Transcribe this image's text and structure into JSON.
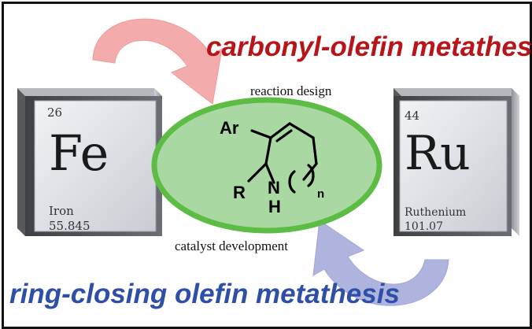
{
  "title_top": "carbonyl-olefin metathesis",
  "title_bottom": "ring-closing olefin metathesis",
  "label_reaction": "reaction design",
  "label_catalyst": "catalyst development",
  "left_tile": {
    "number": "26",
    "symbol": "Fe",
    "name": "Iron",
    "mass": "55.845"
  },
  "right_tile": {
    "number": "44",
    "symbol": "Ru",
    "name": "Ruthenium",
    "mass": "101.07"
  },
  "molecule": {
    "ar": "Ar",
    "r": "R",
    "nh_n": "N",
    "nh_h": "H",
    "subscript": "n"
  },
  "colors": {
    "carbonyl_text": "#b8151b",
    "ring_text": "#2e4fa8",
    "ellipse_fill": "#a9d8a2",
    "ellipse_stroke": "#5cbc44",
    "top_arrow": "#f2a3a3",
    "bottom_arrow": "#a7acdc"
  }
}
